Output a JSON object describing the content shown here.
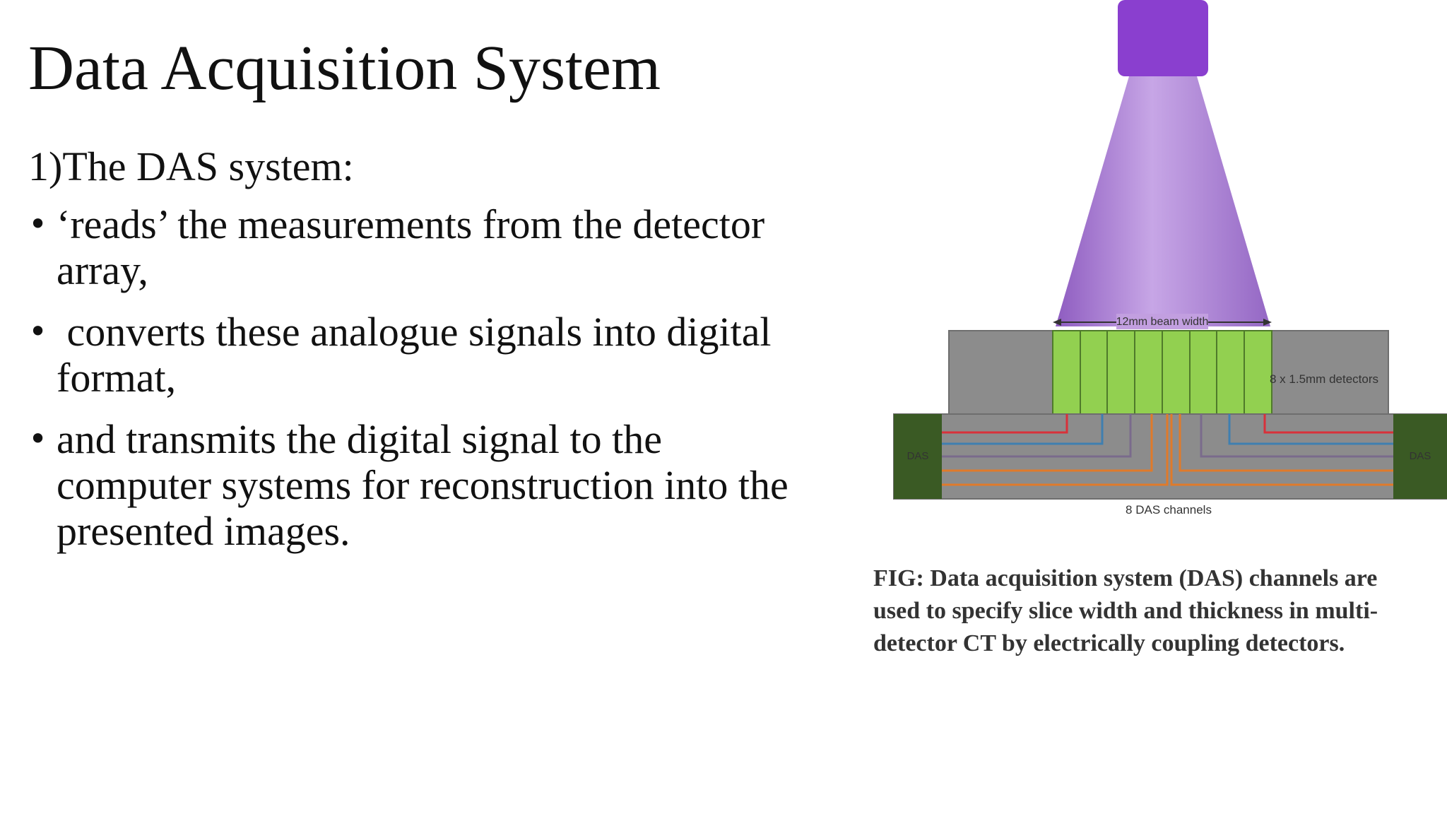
{
  "slide": {
    "title": "Data Acquisition System",
    "subheading": "1)The DAS system:",
    "bullets": [
      "‘reads’ the measurements from the detector array,",
      " converts these analogue signals into digital format,",
      "and transmits the digital signal to the computer systems for reconstruction into the presented images."
    ]
  },
  "figure": {
    "beam_label": "12mm beam width",
    "detectors_label": "8 x 1.5mm detectors",
    "das_left": "DAS",
    "das_right": "DAS",
    "channels_label": "8 DAS channels",
    "colors": {
      "source": "#8a3fcf",
      "beam": "#b48ad8",
      "detector": "#92d050",
      "housing": "#8c8c8c",
      "das_box": "#3a5a24",
      "wire_red": "#d8313a",
      "wire_blue": "#3f7fb0",
      "wire_orange": "#e07a2a"
    }
  },
  "caption": {
    "lines": [
      "FIG: Data acquisition system (DAS) channels are",
      "used to specify slice width and thickness in multi-",
      "detector CT by electrically coupling detectors."
    ]
  }
}
